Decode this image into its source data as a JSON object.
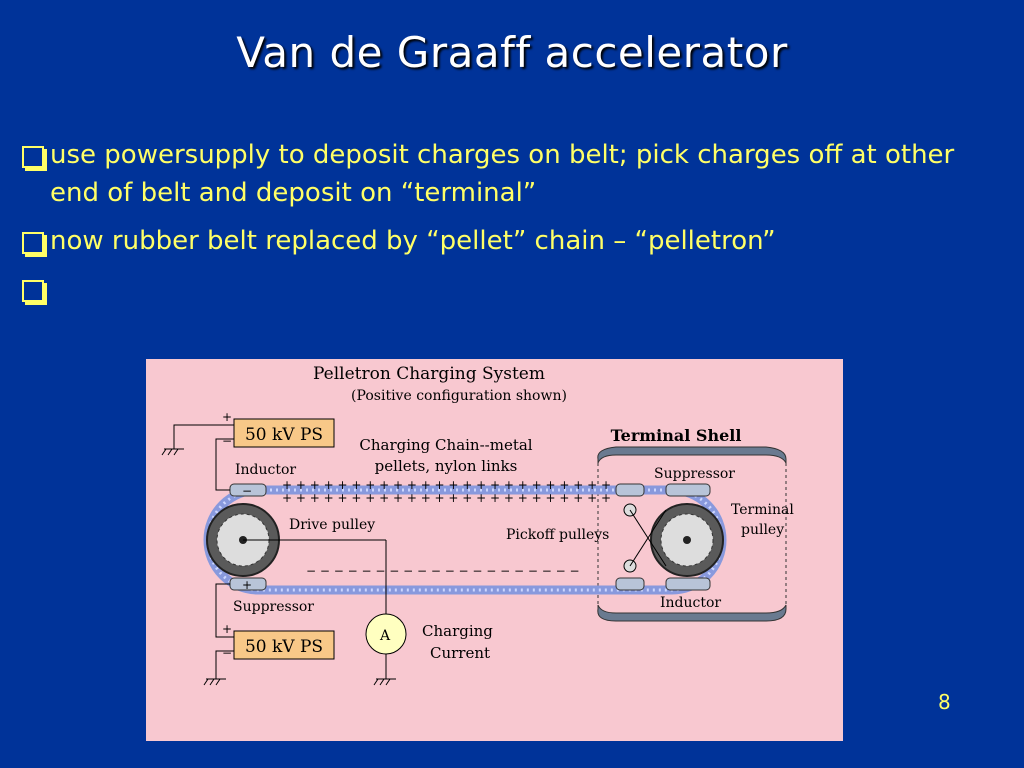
{
  "slide": {
    "title": "Van de Graaff accelerator",
    "bullets": [
      "use powersupply to deposit charges on belt; pick charges off at other end of belt and deposit on “terminal”",
      "now rubber belt replaced by “pellet” chain – “pelletron”",
      ""
    ],
    "page_number": "8"
  },
  "diagram": {
    "title": "Pelletron Charging System",
    "subtitle": "(Positive configuration shown)",
    "ps_top_label": "50 kV PS",
    "ps_bottom_label": "50 kV PS",
    "inductor_left": "Inductor",
    "suppressor_left": "Suppressor",
    "chain_label_line1": "Charging Chain--metal",
    "chain_label_line2": "pellets, nylon links",
    "terminal_shell": "Terminal Shell",
    "suppressor_right": "Suppressor",
    "inductor_right": "Inductor",
    "drive_pulley": "Drive pulley",
    "pickoff_pulleys": "Pickoff pulleys",
    "terminal_pulley_line1": "Terminal",
    "terminal_pulley_line2": "pulley",
    "charging_current_line1": "Charging",
    "charging_current_line2": "Current",
    "ammeter_symbol": "A",
    "plus": "+",
    "minus": "−"
  },
  "colors": {
    "background": "#003399",
    "title": "#FFFFFF",
    "bullet_text": "#FFFF66",
    "diagram_bg": "#F8C8D0",
    "ps_box": "#F8C888",
    "chain": "#8899DD"
  }
}
